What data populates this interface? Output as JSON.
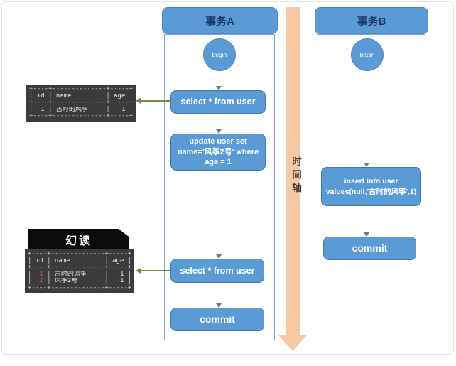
{
  "transaction_a": {
    "title": "事务A",
    "begin_label": "begin",
    "select1_label": "select * from user",
    "update_label": "update user set name='风筝2号' where age = 1",
    "select2_label": "select * from user",
    "commit_label": "commit"
  },
  "transaction_b": {
    "title": "事务B",
    "begin_label": "begin",
    "insert_label": "insert into user values(null,'古时的风筝',1)",
    "commit_label": "commit"
  },
  "timeline": {
    "label": "时间轴"
  },
  "phantom": {
    "label": "幻读"
  },
  "glyphs": {
    "pipe": "|"
  },
  "table1": {
    "border": "+----+--------------+-----+",
    "header_cells": [
      "id",
      "name",
      "age"
    ],
    "rows": [
      [
        "1",
        "古时的风筝",
        "1"
      ]
    ]
  },
  "table2": {
    "border": "+----+--------------+-----+",
    "header_cells": [
      "id",
      "name",
      "age"
    ],
    "rows": [
      [
        "1",
        "古时的风筝",
        "1"
      ],
      [
        "2",
        "风筝2号",
        "1"
      ]
    ]
  },
  "colors": {
    "node_blue": "#5B9BD5",
    "title_navy": "#1F3864",
    "timeline_peach": "#F5C9A6",
    "table_dark": "#3b3b3b",
    "phantom_black": "#0b0b0b",
    "arrow_green": "#6b8e3f",
    "id_red": "#cc4b4b"
  }
}
